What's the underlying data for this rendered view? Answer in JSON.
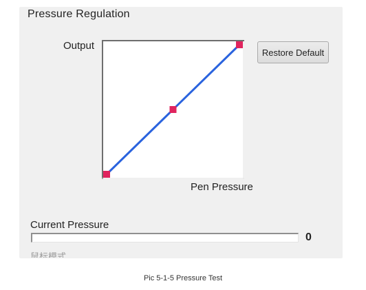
{
  "group": {
    "title": "Pressure Regulation"
  },
  "curve": {
    "y_label": "Output",
    "x_label": "Pen Pressure",
    "line_color": "#2a63de",
    "handle_color": "#e0245e",
    "points": [
      {
        "pressure": 0.0,
        "output": 0.0
      },
      {
        "pressure": 0.5,
        "output": 0.5
      },
      {
        "pressure": 1.0,
        "output": 1.0
      }
    ]
  },
  "restore_button": {
    "label": "Restore Default"
  },
  "current_pressure": {
    "label": "Current Pressure",
    "value": "0",
    "fraction": 0
  },
  "cut_off_label": "鼠标模式",
  "caption": "Pic 5-1-5 Pressure Test"
}
